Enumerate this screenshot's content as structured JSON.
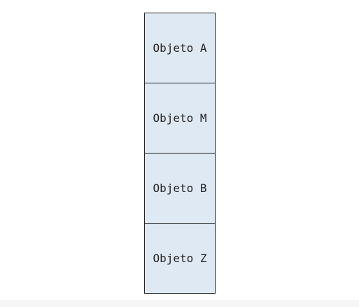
{
  "diagram": {
    "boxes": [
      {
        "label": "Objeto A"
      },
      {
        "label": "Objeto M"
      },
      {
        "label": "Objeto B"
      },
      {
        "label": "Objeto Z"
      }
    ]
  },
  "colors": {
    "box_fill": "#dfe9f3",
    "box_border": "#222222",
    "text": "#222222",
    "background": "#ffffff"
  }
}
